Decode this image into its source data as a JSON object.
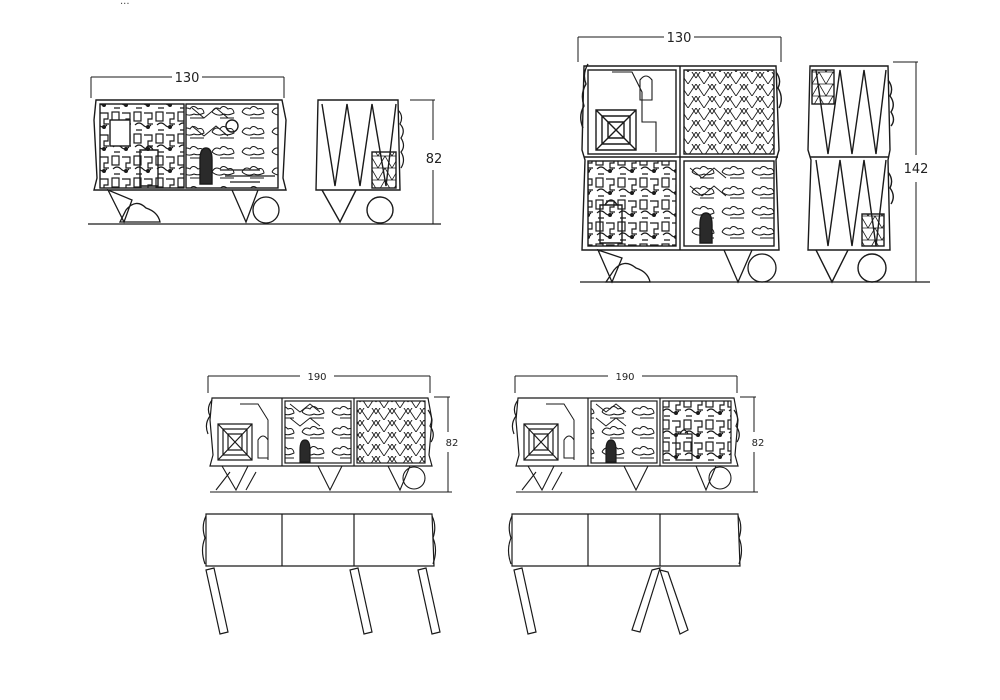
{
  "header_caption": "...",
  "views": [
    {
      "id": "view-1",
      "width_label": "130",
      "height_label": "82"
    },
    {
      "id": "view-2",
      "width_label": "130",
      "height_label": "142"
    },
    {
      "id": "view-3",
      "width_label": "190",
      "height_label": "82"
    },
    {
      "id": "view-4",
      "width_label": "190",
      "height_label": "82"
    }
  ],
  "colors": {
    "line": "#1a1a1a",
    "fill_dark": "#2a2a2a",
    "background": "#ffffff"
  }
}
